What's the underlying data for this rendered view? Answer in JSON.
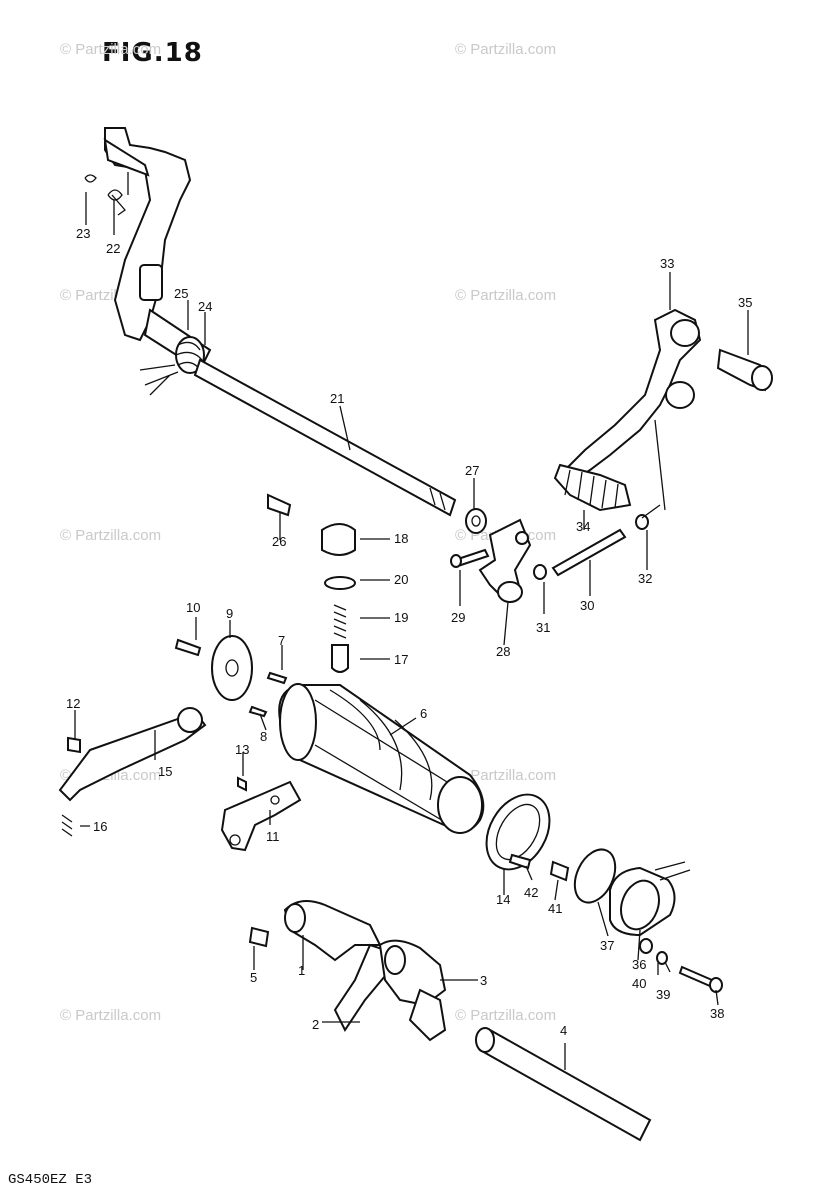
{
  "title": "FIG.18",
  "model_code": "GS450EZ  E3",
  "watermark": "© Partzilla.com",
  "callouts": [
    "1",
    "2",
    "3",
    "4",
    "5",
    "6",
    "7",
    "8",
    "9",
    "10",
    "11",
    "12",
    "13",
    "14",
    "15",
    "16",
    "17",
    "18",
    "19",
    "20",
    "21",
    "22",
    "23",
    "24",
    "25",
    "26",
    "27",
    "28",
    "29",
    "30",
    "31",
    "32",
    "33",
    "34",
    "35",
    "36",
    "37",
    "38",
    "39",
    "40",
    "41",
    "42"
  ]
}
